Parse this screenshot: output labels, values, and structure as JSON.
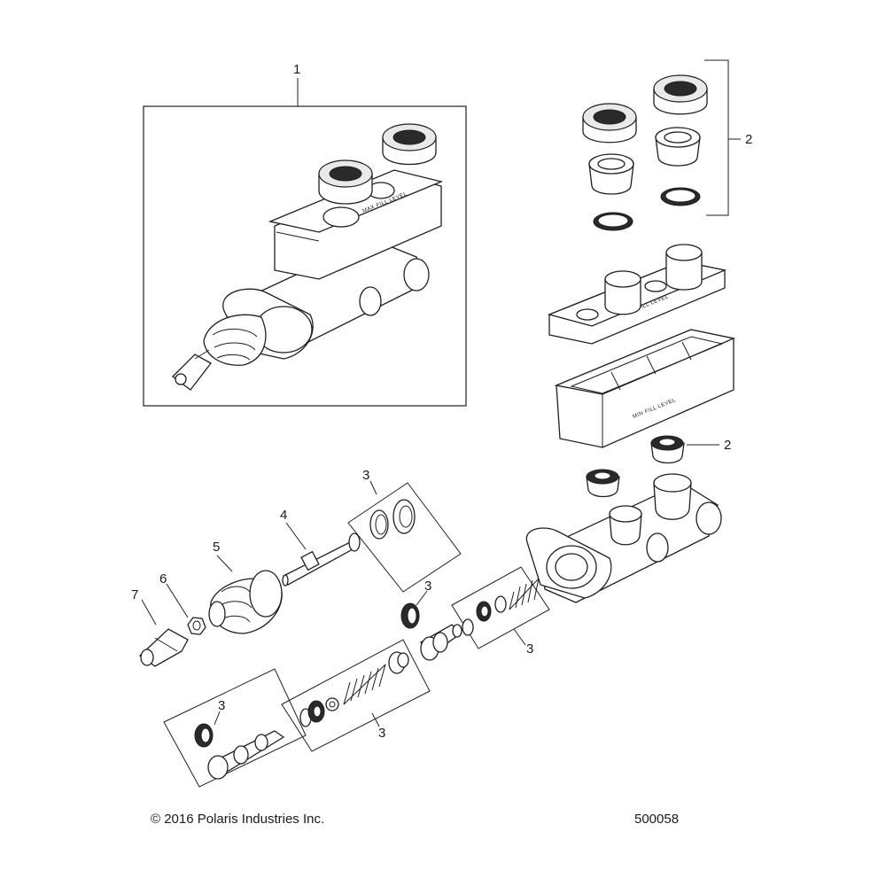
{
  "labels": {
    "reservoir_text": "MAX FILL LEVEL",
    "reservoir_text_min": "MIN FILL LEVEL"
  },
  "callouts": [
    {
      "id": "c1",
      "text": "1"
    },
    {
      "id": "c2a",
      "text": "2"
    },
    {
      "id": "c2b",
      "text": "2"
    },
    {
      "id": "c3a",
      "text": "3"
    },
    {
      "id": "c4",
      "text": "4"
    },
    {
      "id": "c5",
      "text": "5"
    },
    {
      "id": "c6",
      "text": "6"
    },
    {
      "id": "c7",
      "text": "7"
    },
    {
      "id": "c3b",
      "text": "3"
    },
    {
      "id": "c3c",
      "text": "3"
    },
    {
      "id": "c3d",
      "text": "3"
    },
    {
      "id": "c3e",
      "text": "3"
    }
  ],
  "footer": {
    "copyright": "© 2016 Polaris Industries Inc.",
    "diagram_id": "500058"
  }
}
